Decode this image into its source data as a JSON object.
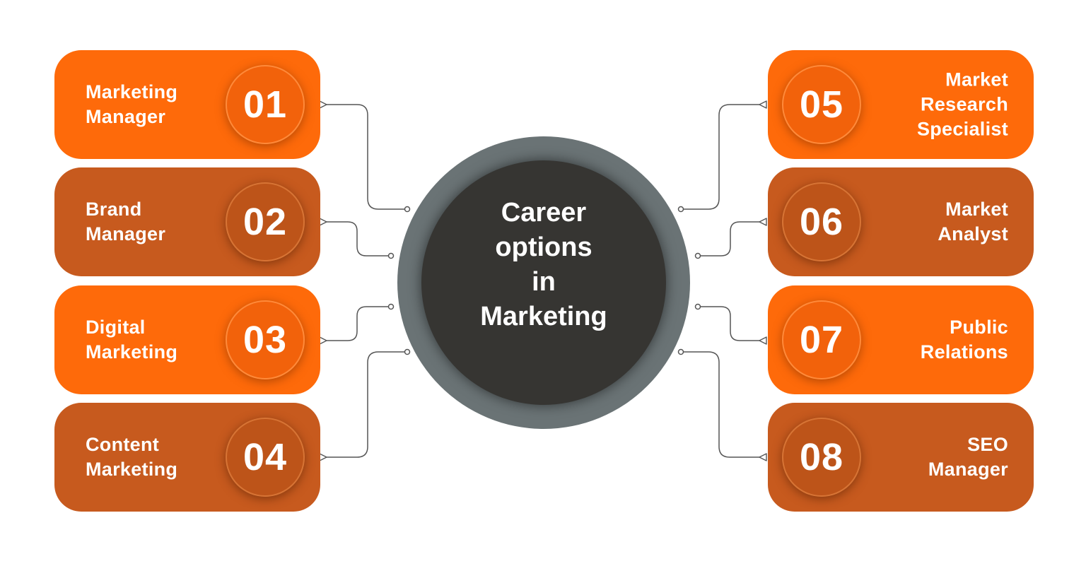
{
  "center": {
    "title": "Career\noptions\nin\nMarketing"
  },
  "colors": {
    "bright_orange": "#fe6a0a",
    "dark_orange": "#c75a1e",
    "hub_ring": "#6a7375",
    "hub_core": "#363532",
    "connector": "#555555"
  },
  "careers": [
    {
      "number": "01",
      "label": "Marketing\nManager",
      "side": "left",
      "shade": "bright"
    },
    {
      "number": "02",
      "label": "Brand\nManager",
      "side": "left",
      "shade": "dark"
    },
    {
      "number": "03",
      "label": "Digital\nMarketing",
      "side": "left",
      "shade": "bright"
    },
    {
      "number": "04",
      "label": "Content\nMarketing",
      "side": "left",
      "shade": "dark"
    },
    {
      "number": "05",
      "label": "Market\nResearch\nSpecialist",
      "side": "right",
      "shade": "bright"
    },
    {
      "number": "06",
      "label": "Market\nAnalyst",
      "side": "right",
      "shade": "dark"
    },
    {
      "number": "07",
      "label": "Public\nRelations",
      "side": "right",
      "shade": "bright"
    },
    {
      "number": "08",
      "label": "SEO\nManager",
      "side": "right",
      "shade": "dark"
    }
  ]
}
